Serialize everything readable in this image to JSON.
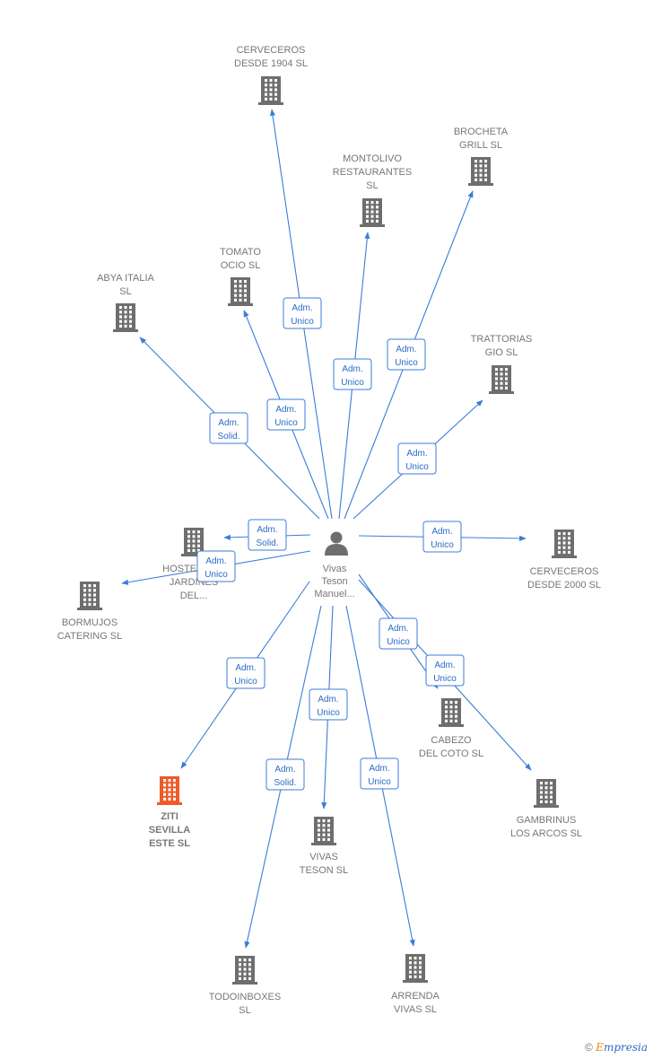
{
  "center": {
    "name_lines": [
      "Vivas",
      "Teson",
      "Manuel..."
    ]
  },
  "nodes": [
    {
      "id": "cerveceros1904",
      "lines": [
        "CERVECEROS",
        "DESDE 1904 SL"
      ],
      "highlight": false
    },
    {
      "id": "montolivo",
      "lines": [
        "MONTOLIVO",
        "RESTAURANTES",
        "SL"
      ],
      "highlight": false
    },
    {
      "id": "brocheta",
      "lines": [
        "BROCHETA",
        "GRILL  SL"
      ],
      "highlight": false
    },
    {
      "id": "tomato",
      "lines": [
        "TOMATO",
        "OCIO  SL"
      ],
      "highlight": false
    },
    {
      "id": "abya",
      "lines": [
        "ABYA ITALIA",
        "SL"
      ],
      "highlight": false
    },
    {
      "id": "trattorias",
      "lines": [
        "TRATTORIAS",
        "GIO  SL"
      ],
      "highlight": false
    },
    {
      "id": "hosteleria",
      "lines": [
        "HOSTELERIA",
        "JARDINES",
        "DEL..."
      ],
      "highlight": false
    },
    {
      "id": "bormujos",
      "lines": [
        "BORMUJOS",
        "CATERING SL"
      ],
      "highlight": false
    },
    {
      "id": "cerveceros2000",
      "lines": [
        "CERVECEROS",
        "DESDE 2000 SL"
      ],
      "highlight": false
    },
    {
      "id": "cabezo",
      "lines": [
        "CABEZO",
        "DEL COTO SL"
      ],
      "highlight": false
    },
    {
      "id": "gambrinus",
      "lines": [
        "GAMBRINUS",
        "LOS ARCOS SL"
      ],
      "highlight": false
    },
    {
      "id": "ziti",
      "lines": [
        "ZITI",
        "SEVILLA",
        "ESTE  SL"
      ],
      "highlight": true
    },
    {
      "id": "vivasteson",
      "lines": [
        "VIVAS",
        "TESON  SL"
      ],
      "highlight": false
    },
    {
      "id": "todoinboxes",
      "lines": [
        "TODOINBOXES",
        "SL"
      ],
      "highlight": false
    },
    {
      "id": "arrenda",
      "lines": [
        "ARRENDA",
        "VIVAS SL"
      ],
      "highlight": false
    }
  ],
  "edges": [
    {
      "to": "cerveceros1904",
      "label": [
        "Adm.",
        "Unico"
      ]
    },
    {
      "to": "montolivo",
      "label": [
        "Adm.",
        "Unico"
      ]
    },
    {
      "to": "brocheta",
      "label": [
        "Adm.",
        "Unico"
      ]
    },
    {
      "to": "tomato",
      "label": [
        "Adm.",
        "Unico"
      ]
    },
    {
      "to": "abya",
      "label": [
        "Adm.",
        "Solid."
      ]
    },
    {
      "to": "trattorias",
      "label": [
        "Adm.",
        "Unico"
      ]
    },
    {
      "to": "hosteleria",
      "label": [
        "Adm.",
        "Solid."
      ]
    },
    {
      "to": "bormujos",
      "label": [
        "Adm.",
        "Unico"
      ]
    },
    {
      "to": "cerveceros2000",
      "label": [
        "Adm.",
        "Unico"
      ]
    },
    {
      "to": "cabezo",
      "label": [
        "Adm.",
        "Unico"
      ]
    },
    {
      "to": "gambrinus",
      "label": [
        "Adm.",
        "Unico"
      ]
    },
    {
      "to": "ziti",
      "label": [
        "Adm.",
        "Unico"
      ]
    },
    {
      "to": "vivasteson",
      "label": [
        "Adm.",
        "Unico"
      ]
    },
    {
      "to": "todoinboxes",
      "label": [
        "Adm.",
        "Solid."
      ]
    },
    {
      "to": "arrenda",
      "label": [
        "Adm.",
        "Unico"
      ]
    }
  ],
  "colors": {
    "edge": "#3b7dd8",
    "building": "#6e6e6e",
    "highlight": "#f05a28",
    "label": "#777777",
    "person": "#6e6e6e"
  },
  "footer": {
    "copyright_symbol": "©",
    "brand_initial": "E",
    "brand_rest": "mpresia"
  }
}
